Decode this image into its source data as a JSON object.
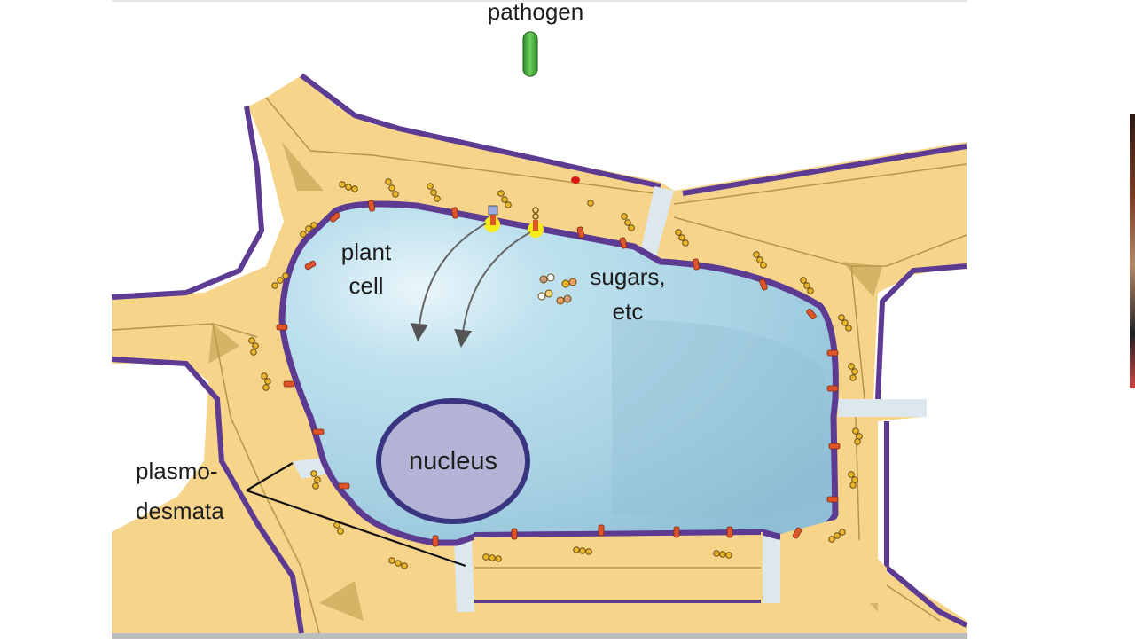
{
  "labels": {
    "pathogen": "pathogen",
    "plant_cell_line1": "plant",
    "plant_cell_line2": "cell",
    "sugars_line1": "sugars,",
    "sugars_line2": "etc",
    "nucleus": "nucleus",
    "plasmodesmata_line1": "plasmo-",
    "plasmodesmata_line2": "desmata"
  },
  "colors": {
    "cell_wall": "#f6d48a",
    "membrane": "#5d3b92",
    "cytoplasm": "#a9d4e3",
    "nucleus_fill": "#b3b3d6",
    "nucleus_border": "#3a3580",
    "pathogen": "#4caf3f",
    "protein_marker": "#e0542a",
    "sugar_dots": "#e0b020"
  }
}
